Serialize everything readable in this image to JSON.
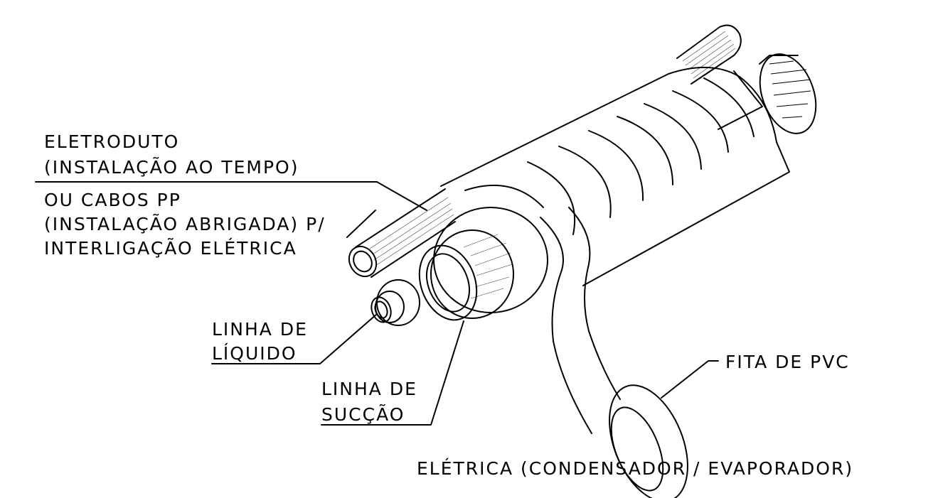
{
  "labels": {
    "conduit_line1": "ELETRODUTO",
    "conduit_line2": "(INSTALAÇÃO AO TEMPO)",
    "cables_line1": "OU CABOS PP",
    "cables_line2": "(INSTALAÇÃO ABRIGADA) P/",
    "cables_line3": "INTERLIGAÇÃO ELÉTRICA",
    "liquid_line1": "LINHA DE",
    "liquid_line2": "LÍQUIDO",
    "suction_line1": "LINHA DE",
    "suction_line2": "SUCÇÃO",
    "tape": "FITA DE PVC",
    "electric": "ELÉTRICA (CONDENSADOR / EVAPORADOR)"
  }
}
